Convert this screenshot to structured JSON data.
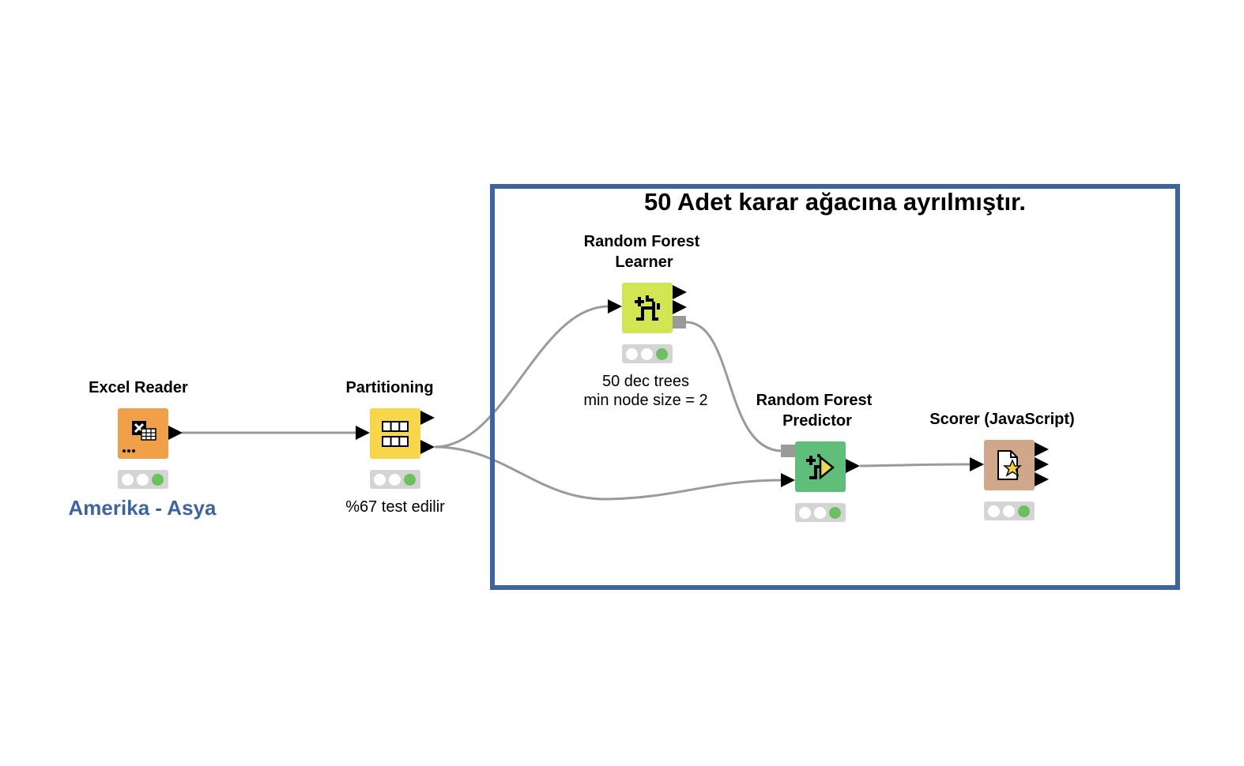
{
  "annotation": {
    "text": "50 Adet karar ağacına ayrılmıştır.",
    "border_color": "#3e64a0"
  },
  "nodes": {
    "excel_reader": {
      "title": "Excel Reader",
      "caption": "Amerika - Asya",
      "color": "#f0a048",
      "icon": "excel-reader-icon"
    },
    "partitioning": {
      "title": "Partitioning",
      "caption": "%67 test edilir",
      "color": "#f7d64a",
      "icon": "partitioning-icon"
    },
    "rf_learner": {
      "title_line1": "Random Forest",
      "title_line2": "Learner",
      "caption_line1": "50 dec trees",
      "caption_line2": "min node size = 2",
      "color": "#d2e653",
      "icon": "random-forest-learner-icon"
    },
    "rf_predictor": {
      "title_line1": "Random Forest",
      "title_line2": "Predictor",
      "color": "#5fbf7a",
      "icon": "random-forest-predictor-icon"
    },
    "scorer": {
      "title": "Scorer (JavaScript)",
      "color": "#d1a78a",
      "icon": "scorer-javascript-icon"
    }
  },
  "status_colors": {
    "idle": "#ffffff",
    "executed": "#6cc060"
  }
}
